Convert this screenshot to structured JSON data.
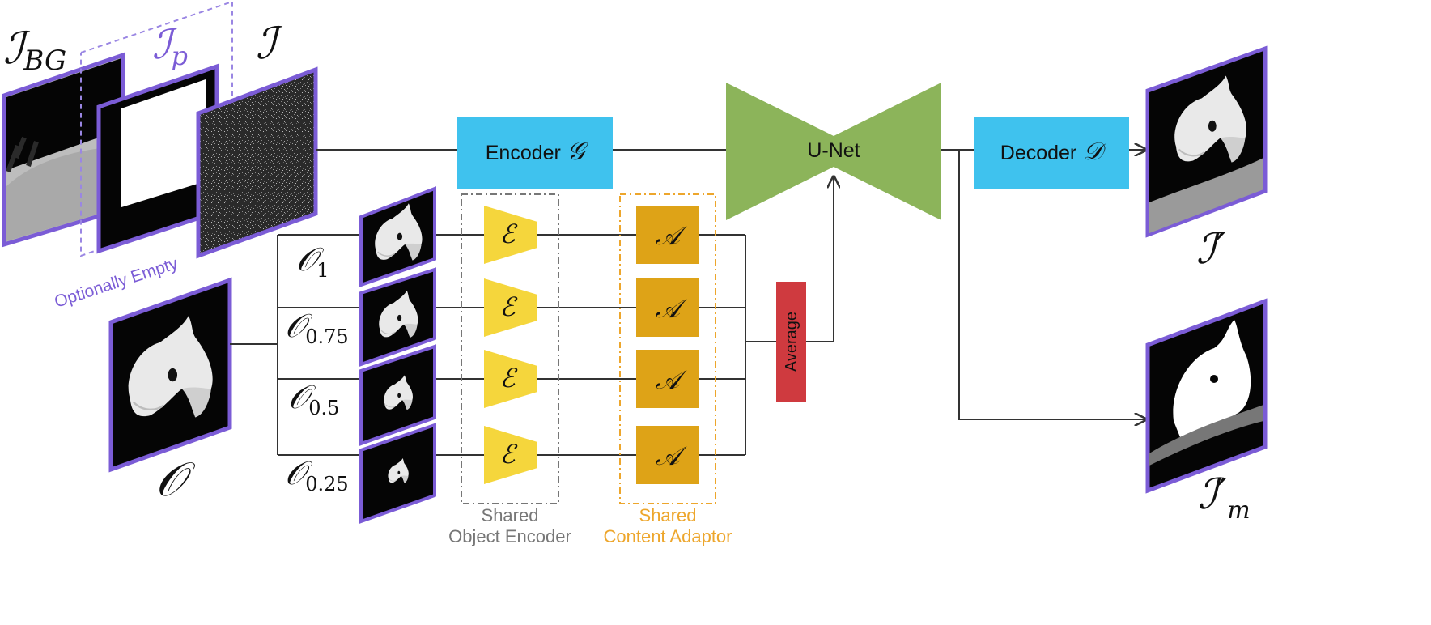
{
  "labels": {
    "input_bg": "ℐ",
    "input_bg_sub": "BG",
    "input_p": "ℐ",
    "input_p_sub": "p",
    "input_noise": "ℐ",
    "optionally_empty": "Optionally Empty",
    "object": "𝒪",
    "obj_1": "𝒪",
    "obj_1_sub": "1",
    "obj_075": "𝒪",
    "obj_075_sub": "0.75",
    "obj_05": "𝒪",
    "obj_05_sub": "0.5",
    "obj_025": "𝒪",
    "obj_025_sub": "0.25",
    "output": "ℐ′",
    "output_mask": "ℐ′",
    "output_mask_sub": "m"
  },
  "blocks": {
    "encoder_text": "Encoder",
    "encoder_sym": "𝒢",
    "unet": "U-Net",
    "decoder_text": "Decoder",
    "decoder_sym": "𝒟",
    "average": "Average",
    "obj_encoder_sym": "ℰ",
    "adaptor_sym": "𝒜"
  },
  "groups": {
    "shared_encoder_line1": "Shared",
    "shared_encoder_line2": "Object Encoder",
    "shared_adaptor_line1": "Shared",
    "shared_adaptor_line2": "Content Adaptor"
  },
  "colors": {
    "frame_purple": "#7b5cd6",
    "encoder_blue": "#3fc2ee",
    "unet_green": "#8cb45a",
    "obj_encoder_yellow": "#f5d63c",
    "adaptor_gold": "#dea317",
    "average_red": "#cf3a3f",
    "shared_gray": "#777777",
    "shared_orange": "#eda62c",
    "line": "#333333"
  }
}
